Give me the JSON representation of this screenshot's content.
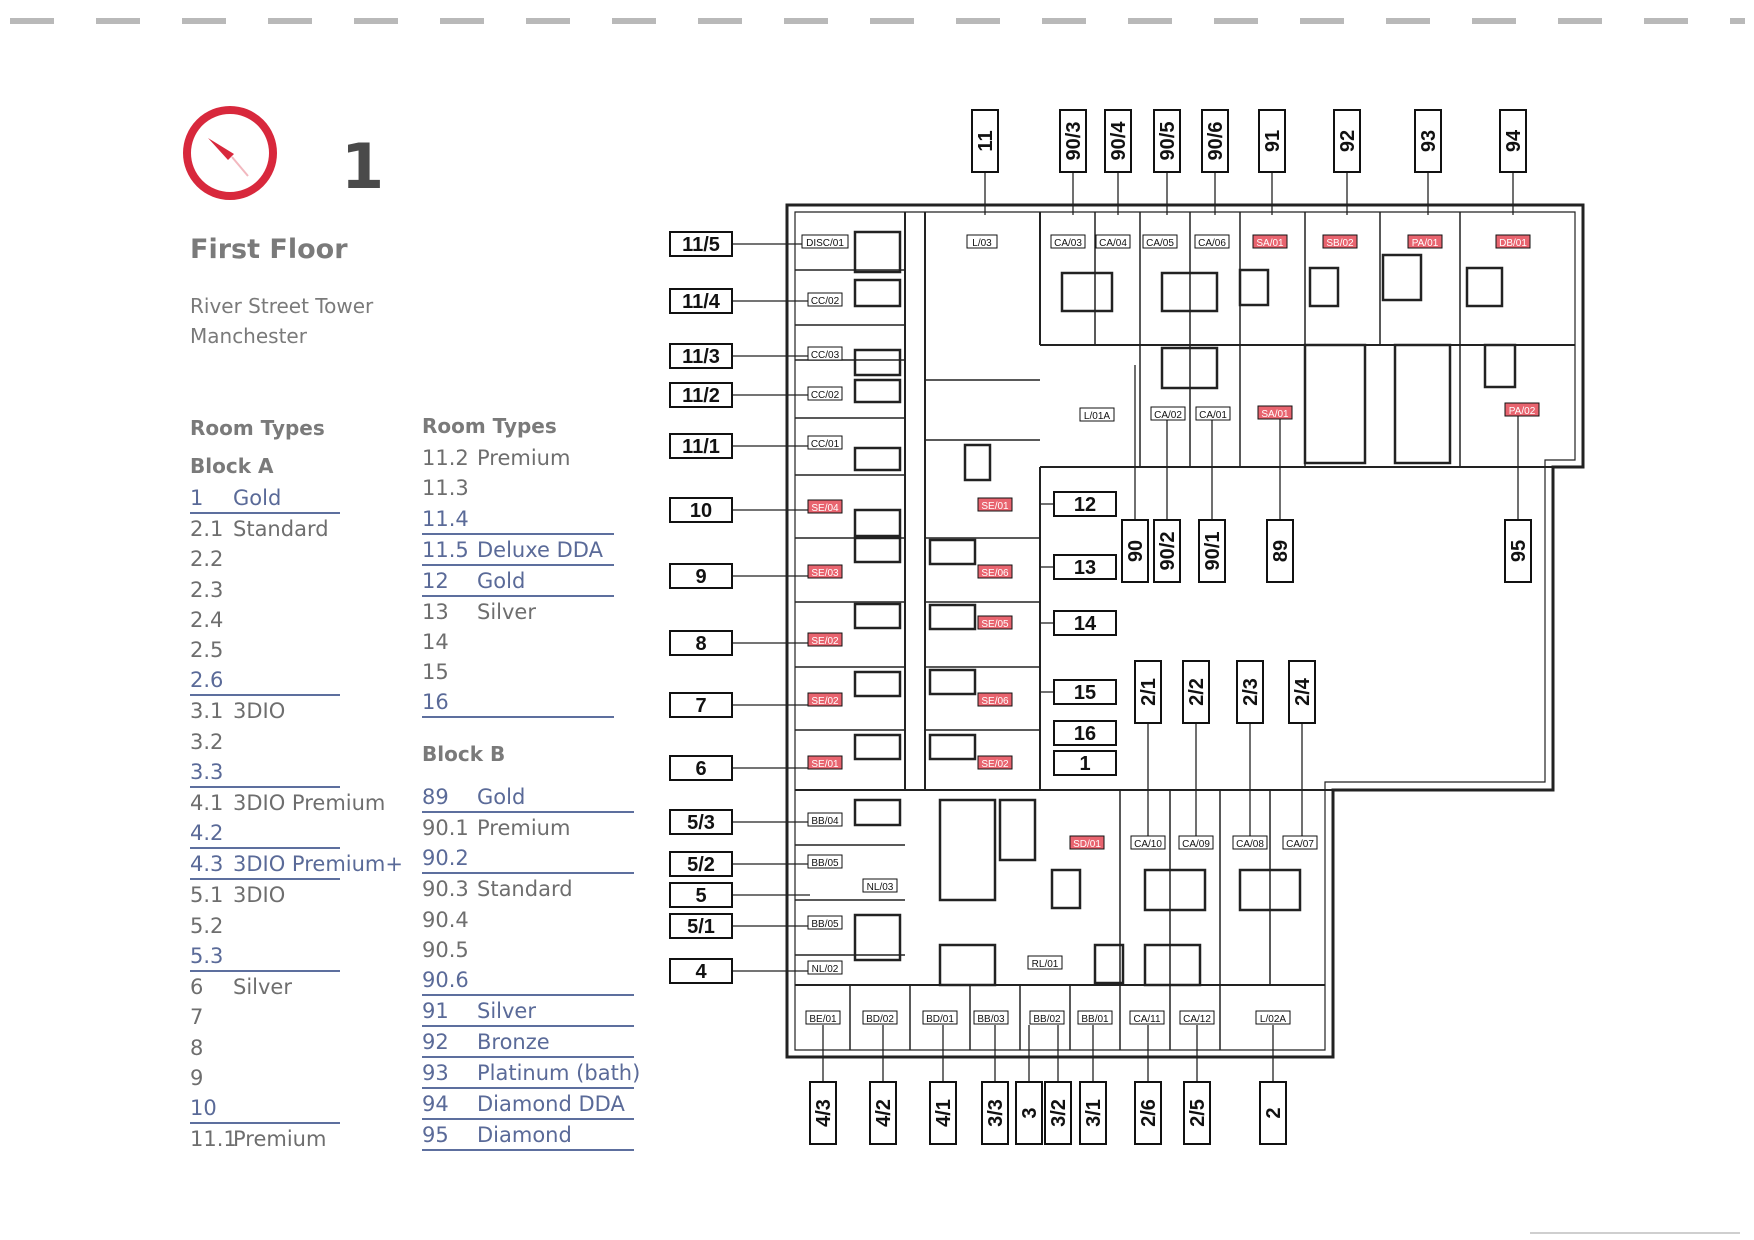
{
  "floor": {
    "number": "1",
    "name": "First Floor",
    "address_line1": "River Street Tower",
    "address_line2": "Manchester"
  },
  "legend_a": {
    "title": "Room Types",
    "block": "Block A",
    "items": [
      {
        "num": "1",
        "name": "Gold",
        "ul": true
      },
      {
        "num": "2.1",
        "name": "Standard",
        "ul": false
      },
      {
        "num": "2.2",
        "name": "",
        "ul": false
      },
      {
        "num": "2.3",
        "name": "",
        "ul": false
      },
      {
        "num": "2.4",
        "name": "",
        "ul": false
      },
      {
        "num": "2.5",
        "name": "",
        "ul": false
      },
      {
        "num": "2.6",
        "name": "",
        "ul": true
      },
      {
        "num": "3.1",
        "name": "3DIO",
        "ul": false
      },
      {
        "num": "3.2",
        "name": "",
        "ul": false
      },
      {
        "num": "3.3",
        "name": "",
        "ul": true
      },
      {
        "num": "4.1",
        "name": "3DIO Premium",
        "ul": false
      },
      {
        "num": "4.2",
        "name": "",
        "ul": true
      },
      {
        "num": "4.3",
        "name": "3DIO Premium+",
        "ul": true
      },
      {
        "num": "5.1",
        "name": "3DIO",
        "ul": false
      },
      {
        "num": "5.2",
        "name": "",
        "ul": false
      },
      {
        "num": "5.3",
        "name": "",
        "ul": true
      },
      {
        "num": "6",
        "name": "Silver",
        "ul": false
      },
      {
        "num": "7",
        "name": "",
        "ul": false
      },
      {
        "num": "8",
        "name": "",
        "ul": false
      },
      {
        "num": "9",
        "name": "",
        "ul": false
      },
      {
        "num": "10",
        "name": "",
        "ul": true
      },
      {
        "num": "11.1",
        "name": "Premium",
        "ul": false
      }
    ]
  },
  "legend_b": {
    "title": "Room Types",
    "block_b": "Block B",
    "items_top": [
      {
        "num": "11.2",
        "name": "Premium",
        "ul": false
      },
      {
        "num": "11.3",
        "name": "",
        "ul": false
      },
      {
        "num": "11.4",
        "name": "",
        "ul": true
      },
      {
        "num": "11.5",
        "name": "Deluxe DDA",
        "ul": true
      },
      {
        "num": "12",
        "name": "Gold",
        "ul": true
      },
      {
        "num": "13",
        "name": "Silver",
        "ul": false
      },
      {
        "num": "14",
        "name": "",
        "ul": false
      },
      {
        "num": "15",
        "name": "",
        "ul": false
      },
      {
        "num": "16",
        "name": "",
        "ul": true
      }
    ],
    "items_b": [
      {
        "num": "89",
        "name": "Gold",
        "ul": true
      },
      {
        "num": "90.1",
        "name": "Premium",
        "ul": false
      },
      {
        "num": "90.2",
        "name": "",
        "ul": true
      },
      {
        "num": "90.3",
        "name": "Standard",
        "ul": false
      },
      {
        "num": "90.4",
        "name": "",
        "ul": false
      },
      {
        "num": "90.5",
        "name": "",
        "ul": false
      },
      {
        "num": "90.6",
        "name": "",
        "ul": true
      },
      {
        "num": "91",
        "name": "Silver",
        "ul": true
      },
      {
        "num": "92",
        "name": "Bronze",
        "ul": true
      },
      {
        "num": "93",
        "name": "Platinum (bath)",
        "ul": true
      },
      {
        "num": "94",
        "name": "Diamond DDA",
        "ul": true
      },
      {
        "num": "95",
        "name": "Diamond",
        "ul": true
      }
    ]
  },
  "colors": {
    "accent": "#d8283c",
    "legend_link": "#5a6a98",
    "room_red": "#e8646f",
    "plan_line": "#222222"
  },
  "plan": {
    "left_labels": [
      "11/5",
      "11/4",
      "11/3",
      "11/2",
      "11/1",
      "10",
      "9",
      "8",
      "7",
      "6",
      "5/3",
      "5/2",
      "5",
      "5/1",
      "4"
    ],
    "top_labels": [
      "11",
      "90/3",
      "90/4",
      "90/5",
      "90/6",
      "91",
      "92",
      "93",
      "94"
    ],
    "mid_right_labels": [
      "12",
      "13",
      "14",
      "15",
      "16",
      "1"
    ],
    "mid_vertical_labels": [
      "90",
      "90/2",
      "90/1",
      "89",
      "95"
    ],
    "lower_vertical_labels": [
      "2/1",
      "2/2",
      "2/3",
      "2/4"
    ],
    "bottom_labels": [
      "4/3",
      "4/2",
      "4/1",
      "3/3",
      "3",
      "3/2",
      "3/1",
      "2/6",
      "2/5",
      "2"
    ],
    "room_codes_left": [
      "DISC/01",
      "CC/02",
      "CC/03",
      "CC/02",
      "CC/01",
      "SE/04",
      "SE/03",
      "SE/02",
      "SE/02",
      "SE/01",
      "BB/04",
      "BB/05",
      "BB/05",
      "NL/02"
    ],
    "room_codes_top": [
      "L/03",
      "CA/03",
      "CA/04",
      "CA/05",
      "CA/06",
      "SA/01",
      "SB/02",
      "PA/01",
      "DB/01"
    ],
    "room_codes_mid": [
      "L/01A",
      "CA/02",
      "CA/01",
      "SA/01",
      "PA/02",
      "SE/01",
      "SE/06",
      "SE/05",
      "SE/06",
      "SE/02",
      "NL/03"
    ],
    "room_codes_lower": [
      "SD/01",
      "CA/10",
      "CA/09",
      "CA/08",
      "CA/07",
      "RL/01"
    ],
    "room_codes_bottom": [
      "BE/01",
      "BD/02",
      "BD/01",
      "BB/03",
      "BB/02",
      "BB/01",
      "CA/11",
      "CA/12",
      "L/02A"
    ]
  }
}
